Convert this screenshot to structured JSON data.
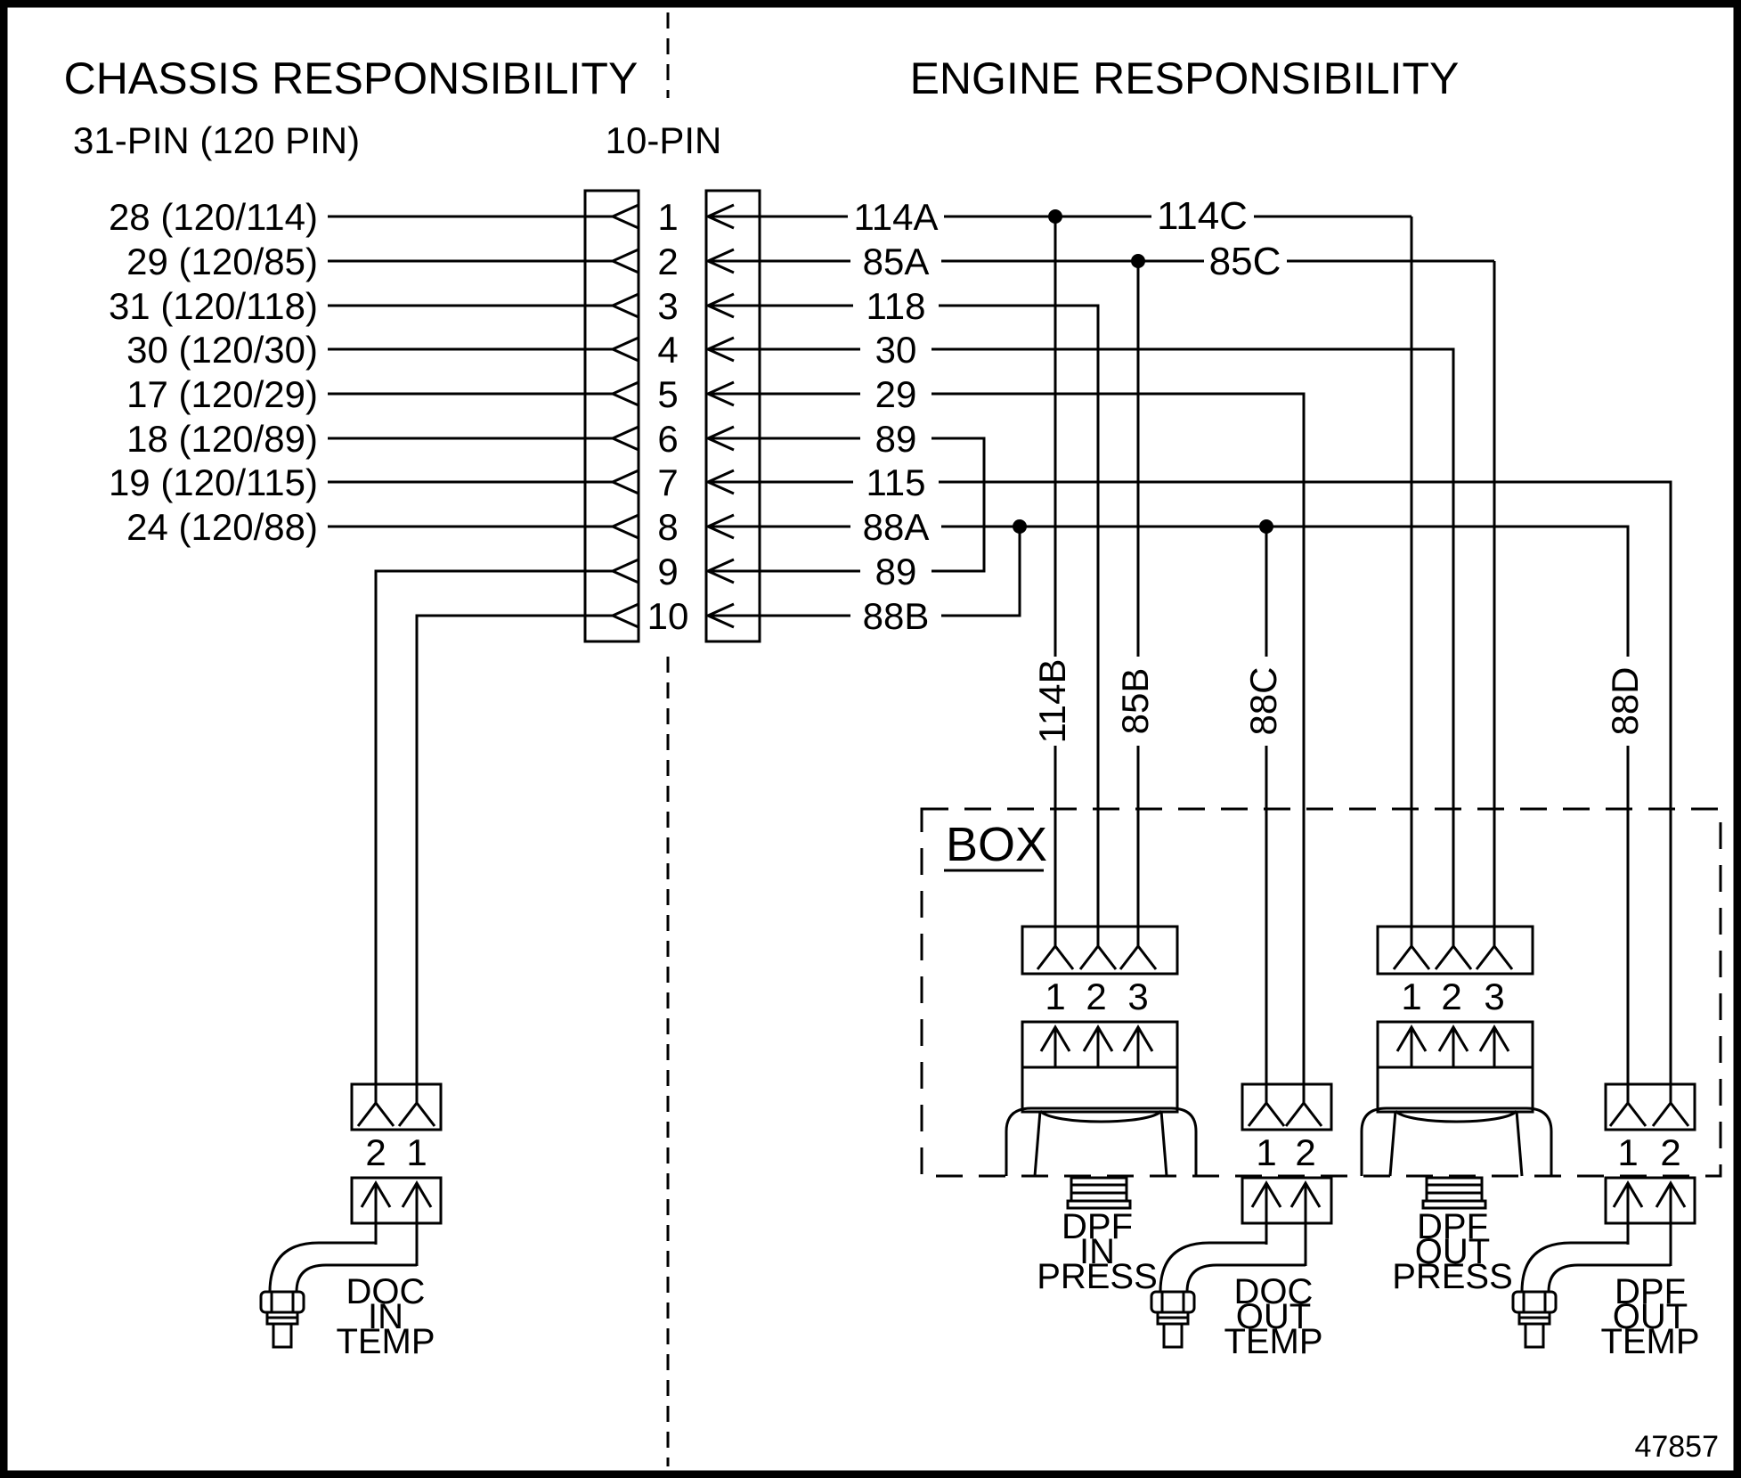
{
  "diagram": {
    "left_header": "CHASSIS RESPONSIBILITY",
    "right_header": "ENGINE RESPONSIBILITY",
    "left_connector_label": "31-PIN (120 PIN)",
    "right_connector_label": "10-PIN",
    "box_label": "BOX",
    "figure_number": "47857"
  },
  "chassis_pins": [
    "28 (120/114)",
    "29 (120/85)",
    "31 (120/118)",
    "30 (120/30)",
    "17 (120/29)",
    "18 (120/89)",
    "19 (120/115)",
    "24 (120/88)"
  ],
  "connector_pins": [
    "1",
    "2",
    "3",
    "4",
    "5",
    "6",
    "7",
    "8",
    "9",
    "10"
  ],
  "engine_wires": [
    "114A",
    "85A",
    "118",
    "30",
    "29",
    "89",
    "115",
    "88A",
    "89",
    "88B"
  ],
  "branch_labels": {
    "w114c": "114C",
    "w85c": "85C"
  },
  "drop_labels": {
    "w114b": "114B",
    "w85b": "85B",
    "w88c": "88C",
    "w88d": "88D"
  },
  "sensors": {
    "doc_in_temp": {
      "pins": [
        "2",
        "1"
      ],
      "lines": [
        "DOC",
        "IN",
        "TEMP"
      ]
    },
    "dpf_in_press": {
      "pins": [
        "1",
        "2",
        "3"
      ],
      "lines": [
        "DPF",
        "IN",
        "PRESS"
      ]
    },
    "doc_out_temp": {
      "pins": [
        "1",
        "2"
      ],
      "lines": [
        "DOC",
        "OUT",
        "TEMP"
      ]
    },
    "dpf_out_press": {
      "pins": [
        "1",
        "2",
        "3"
      ],
      "lines": [
        "DPF",
        "OUT",
        "PRESS"
      ]
    },
    "dpf_out_temp": {
      "pins": [
        "1",
        "2"
      ],
      "lines": [
        "DPF",
        "OUT",
        "TEMP"
      ]
    }
  }
}
